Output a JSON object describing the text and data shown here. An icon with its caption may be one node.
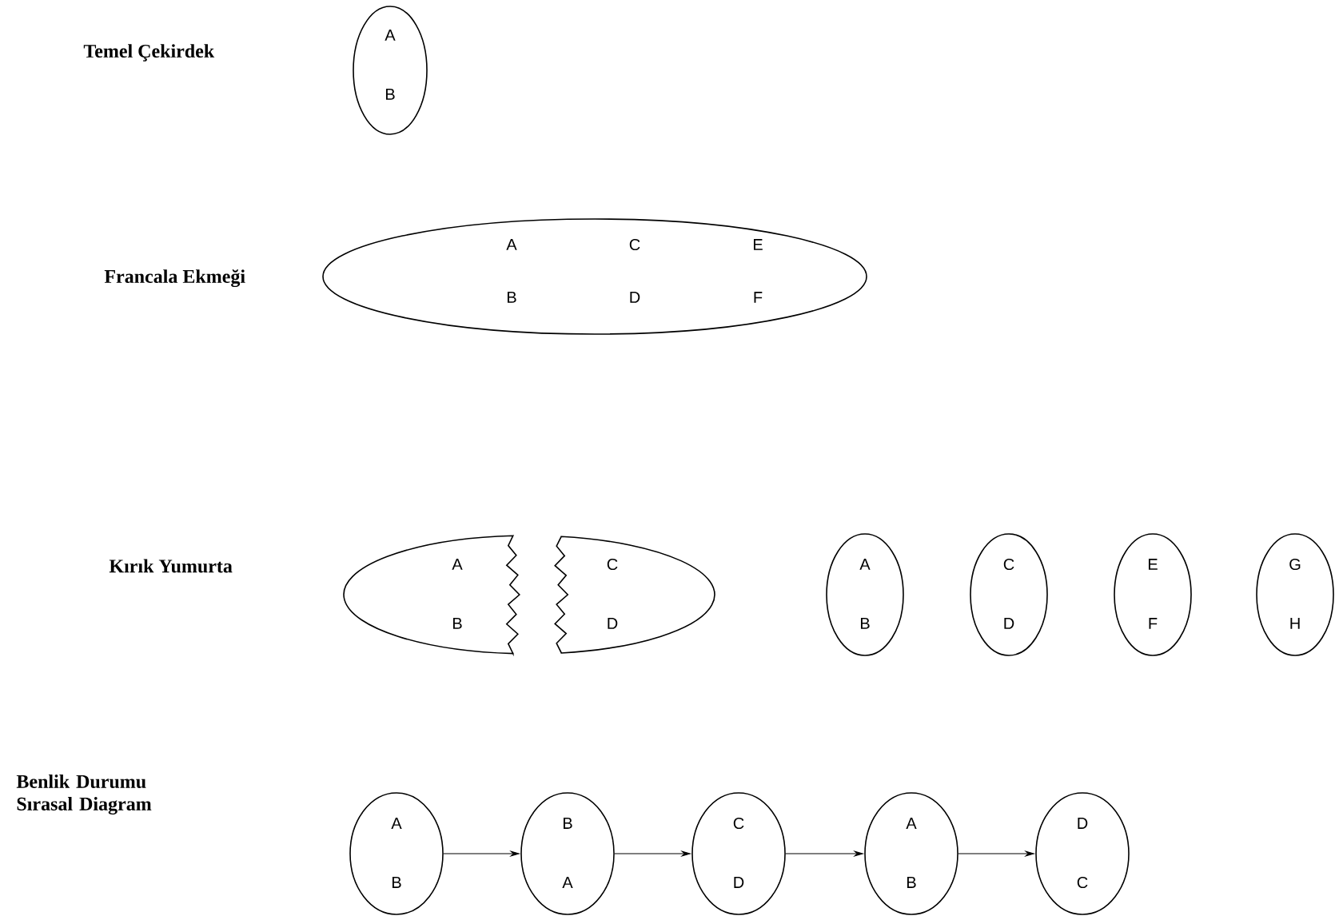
{
  "diagram": {
    "nodes": [
      {
        "text": [
          "A",
          "B"
        ]
      },
      {
        "text": [
          "A",
          "B",
          "C",
          "D",
          "E",
          "F"
        ]
      },
      {
        "text": [
          "A",
          "B"
        ]
      },
      {
        "text": [
          "C",
          "D"
        ]
      },
      {
        "text": [
          "A",
          "B"
        ]
      },
      {
        "text": [
          "C",
          "D"
        ]
      },
      {
        "text": [
          "E",
          "F"
        ]
      },
      {
        "text": [
          "G",
          "H"
        ]
      },
      {
        "text": [
          "A",
          "B"
        ]
      },
      {
        "text": [
          "B",
          "A"
        ]
      },
      {
        "text": [
          "C",
          "D"
        ]
      },
      {
        "text": [
          "A",
          "B"
        ]
      },
      {
        "text": [
          "D",
          "C"
        ]
      }
    ],
    "edges": [
      {
        "from": 8,
        "to": 9,
        "arrow": "to"
      },
      {
        "from": 9,
        "to": 10,
        "arrow": "to"
      },
      {
        "from": 10,
        "to": 11,
        "arrow": "to"
      },
      {
        "from": 11,
        "to": 12,
        "arrow": "to"
      }
    ],
    "labels": [
      "Temel Çekirdek",
      "Francala Ekmeği",
      "Kırık Yumurta",
      "Benlik Durumu Sırasal Diagram"
    ]
  }
}
